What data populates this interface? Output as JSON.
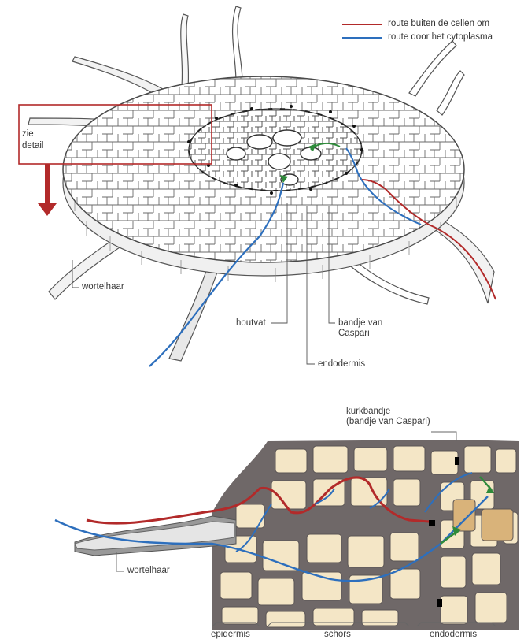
{
  "legend": {
    "items": [
      {
        "label": "route buiten de cellen om",
        "color": "#b22a2a"
      },
      {
        "label": "route door het cytoplasma",
        "color": "#2d6fbd"
      }
    ]
  },
  "top_diagram": {
    "detail_box": {
      "line1": "zie",
      "line2": "detail"
    },
    "labels": {
      "wortelhaar": "wortelhaar",
      "houtvat": "houtvat",
      "caspari_line1": "bandje van",
      "caspari_line2": "Caspari",
      "endodermis": "endodermis"
    }
  },
  "detail_diagram": {
    "labels": {
      "kurk_line1": "kurkbandje",
      "kurk_line2": "(bandje van Caspari)",
      "wortelhaar": "wortelhaar",
      "epidermis": "epidermis",
      "schors": "schors",
      "endodermis": "endodermis"
    }
  },
  "colors": {
    "extracellular_route": "#b22a2a",
    "cytoplasm_route": "#2d6fbd",
    "xylem_route": "#2e8a3a",
    "cell_fill": "#f4e6c6",
    "cell_wall": "#7a7070",
    "detail_box": "#b22a2a"
  }
}
